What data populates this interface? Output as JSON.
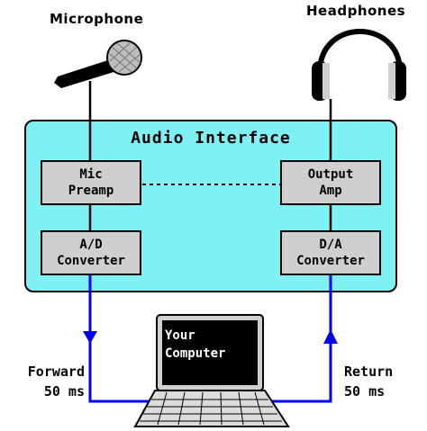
{
  "labels": {
    "microphone": "Microphone",
    "headphones": "Headphones",
    "audio_interface": "Audio Interface",
    "mic_preamp": "Mic\nPreamp",
    "output_amp": "Output\nAmp",
    "ad_converter": "A/D\nConverter",
    "da_converter": "D/A\nConverter",
    "computer": "Your\nComputer",
    "forward": "Forward\n50 ms",
    "return": "Return\n50 ms"
  },
  "colors": {
    "interface_fill": "#7ff0f4",
    "block_fill": "#cfcfcf",
    "signal_path": "#0000ee"
  }
}
